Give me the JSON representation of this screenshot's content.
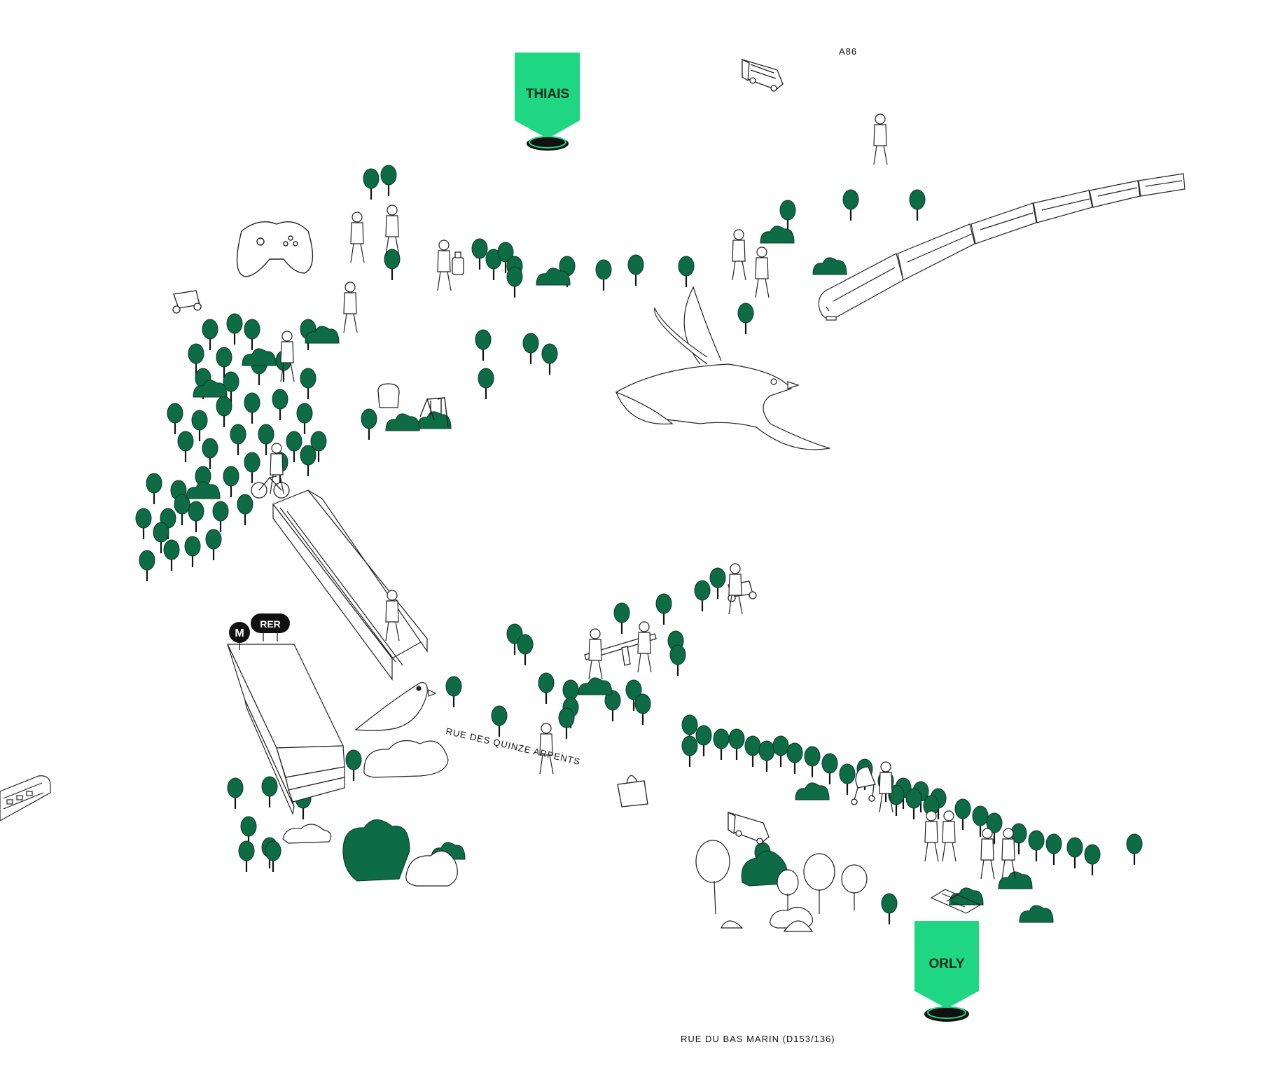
{
  "map": {
    "colors": {
      "tree_green": "#0d6b45",
      "pin_green": "#1fd683",
      "pin_ring": "#111111",
      "line": "#222222"
    },
    "destinations": {
      "thiais": "THIAIS",
      "orly": "ORLY"
    },
    "roads": {
      "a86": "A86",
      "rue_quinze_arpents": "RUE DES QUINZE ARPENTS",
      "rue_bas_marin": "RUE DU BAS MARIN (D153/136)"
    },
    "station_signs": {
      "metro": "M",
      "rer": "RER"
    },
    "icons": [
      "bus-icon",
      "tram-icon",
      "bird-icon",
      "goldfinch-icon",
      "game-controller-icon",
      "swing-icon",
      "seesaw-icon",
      "hopscotch-icon",
      "shopping-bag-icon",
      "stroller-icon",
      "scooter-icon",
      "bicycle-icon",
      "backpack-icon",
      "suitcase-icon"
    ]
  }
}
